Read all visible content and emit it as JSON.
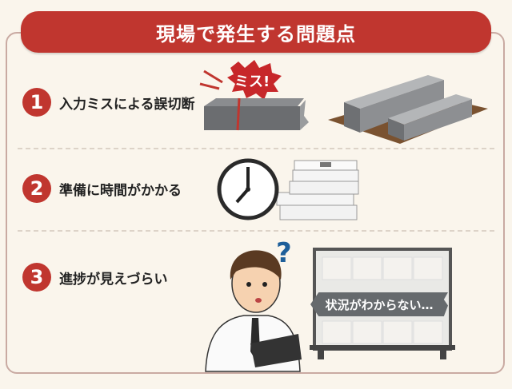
{
  "title": "現場で発生する問題点",
  "items": [
    {
      "number": "1",
      "label": "入力ミスによる誤切断",
      "callout": "ミス!"
    },
    {
      "number": "2",
      "label": "準備に時間がかかる"
    },
    {
      "number": "3",
      "label": "進捗が見えづらい",
      "callout": "状況がわからない…"
    }
  ],
  "colors": {
    "accent": "#c0362f",
    "background": "#faf5ec"
  }
}
